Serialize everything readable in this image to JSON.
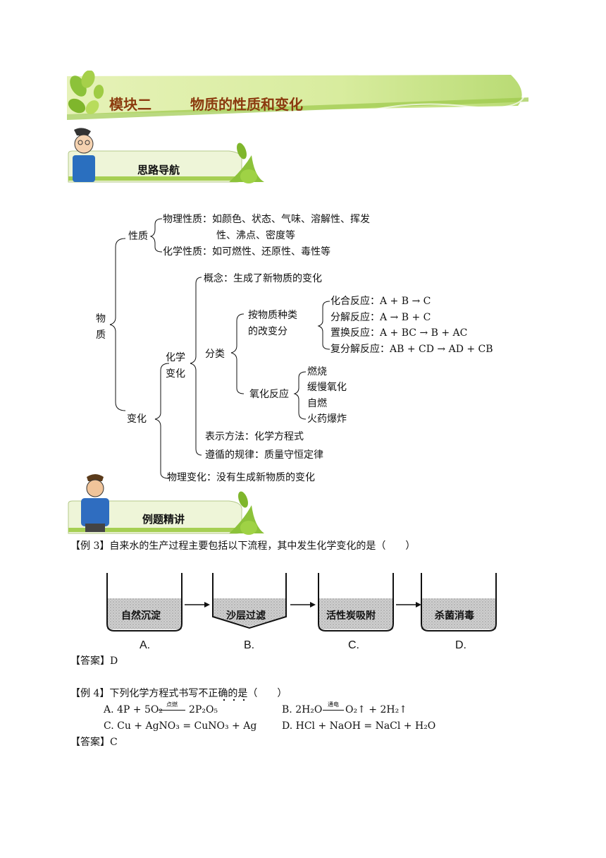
{
  "header": {
    "module": "模块二",
    "title": "物质的性质和变化"
  },
  "section1": {
    "label": "思路导航"
  },
  "section2": {
    "label": "例题精讲"
  },
  "tree": {
    "root": [
      "物",
      "质"
    ],
    "property": "性质",
    "physical_property_1": "物理性质：如颜色、状态、气味、溶解性、挥发",
    "physical_property_2": "性、沸点、密度等",
    "chemical_property": "化学性质：如可燃性、还原性、毒性等",
    "change": "变化",
    "chemical_change": [
      "化学",
      "变化"
    ],
    "concept": "概念：生成了新物质的变化",
    "classify": "分类",
    "by_type": [
      "按物质种类",
      "的改变分"
    ],
    "combination": "化合反应：A + B  →  C",
    "decomposition": "分解反应：A  →  B + C",
    "displacement": "置换反应：A + BC  →  B + AC",
    "double_decomp": "复分解反应：AB + CD  →  AD + CB",
    "oxidation": "氧化反应",
    "ox_items": [
      "燃烧",
      "缓慢氧化",
      "自燃",
      "火药爆炸"
    ],
    "representation": "表示方法：化学方程式",
    "law": "遵循的规律：质量守恒定律",
    "physical_change": "物理变化：没有生成新物质的变化"
  },
  "example3": {
    "question": "【例 3】自来水的生产过程主要包括以下流程，其中发生化学变化的是（　　）",
    "steps": [
      {
        "label": "自然沉淀",
        "letter": "A."
      },
      {
        "label": "沙层过滤",
        "letter": "B."
      },
      {
        "label": "活性炭吸附",
        "letter": "C."
      },
      {
        "label": "杀菌消毒",
        "letter": "D."
      }
    ],
    "answer": "【答案】D"
  },
  "example4": {
    "question": "【例 4】下列化学方程式书写不正确的是（　　）",
    "options": {
      "a_lhs": "A. 4P + 5O₂",
      "a_cond": "点燃",
      "a_rhs": "2P₂O₅",
      "b_lhs": "B. 2H₂O",
      "b_cond": "通电",
      "b_rhs": "O₂↑ + 2H₂↑",
      "c": "C. Cu + AgNO₃ = CuNO₃ + Ag",
      "d": "D. HCl + NaOH = NaCl + H₂O"
    },
    "answer": "【答案】C"
  },
  "colors": {
    "title": "#8b3a0e",
    "banner_green": "#cfe59a",
    "leaf": "#7db32c"
  }
}
